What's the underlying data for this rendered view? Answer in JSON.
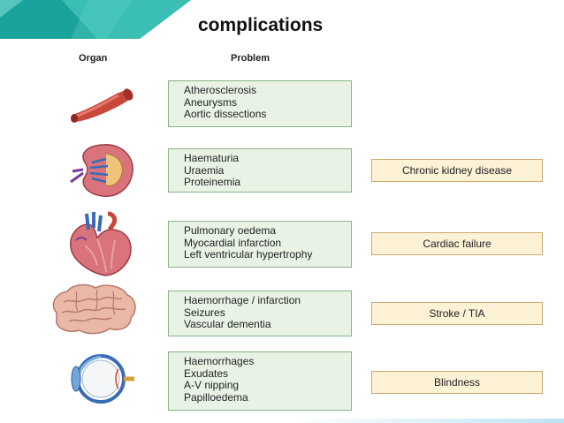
{
  "slide": {
    "title": "complications"
  },
  "headers": {
    "organ": "Organ",
    "problem": "Problem"
  },
  "rows": [
    {
      "organ": "artery",
      "problems": [
        "Atherosclerosis",
        "Aneurysms",
        "Aortic dissections"
      ],
      "consequence": ""
    },
    {
      "organ": "kidney",
      "problems": [
        "Haematuria",
        "Uraemia",
        "Proteinemia"
      ],
      "consequence": "Chronic kidney disease"
    },
    {
      "organ": "heart",
      "problems": [
        "Pulmonary oedema",
        "Myocardial infarction",
        "Left ventricular hypertrophy"
      ],
      "consequence": "Cardiac failure"
    },
    {
      "organ": "brain",
      "problems": [
        "Haemorrhage / infarction",
        "Seizures",
        "Vascular dementia"
      ],
      "consequence": "Stroke / TIA"
    },
    {
      "organ": "eye",
      "problems": [
        "Haemorrhages",
        "Exudates",
        "A-V nipping",
        "Papilloedema"
      ],
      "consequence": "Blindness"
    }
  ],
  "icons": {
    "artery": "artery-icon",
    "kidney": "kidney-icon",
    "heart": "heart-icon",
    "brain": "brain-icon",
    "eye": "eye-icon"
  },
  "colors": {
    "banner_dark": "#1aa39a",
    "banner_light": "#5fd1c6",
    "problem_fill": "#e8f3e6",
    "problem_border": "#8ab486",
    "consequence_fill": "#fdf1d6",
    "consequence_border": "#caa970"
  }
}
